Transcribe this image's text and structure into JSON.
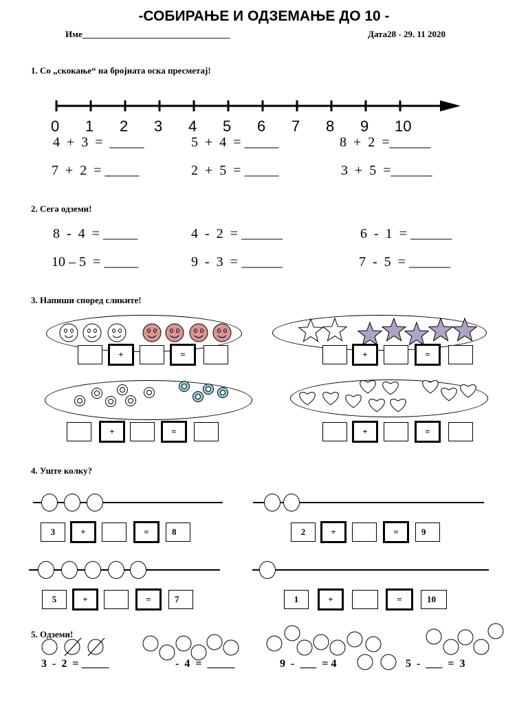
{
  "title": "-СОБИРАЊЕ И ОДЗЕМАЊЕ ДО 10 -",
  "name_label": "Име_________________________________",
  "date_label": "Дата28 - 29. 11 2020",
  "task1": {
    "heading": "1.   Со „скокање“ на бројната оска пресметај!",
    "numberline": [
      "0",
      "1",
      "2",
      "3",
      "4",
      "5",
      "6",
      "7",
      "8",
      "9",
      "10"
    ],
    "equations": [
      "4  +  3  =  _____",
      "5  +  4  = _____",
      "8  +  2  =______",
      "7  +  2  = _____",
      "2  +  5  = _____",
      "3  +  5  =______"
    ]
  },
  "task2": {
    "heading": "2.   Сега одземи!",
    "equations": [
      "8  -  4  = _____",
      "4  -  2  = ______",
      "6  -  1  = ______",
      "10 – 5  = _____",
      "9  -  3  = ______",
      "7  -  5  = ______"
    ]
  },
  "task3": {
    "heading": "3.   Напиши  според сликите!",
    "plus": "+",
    "equals": "="
  },
  "task4": {
    "heading": "4.   Уште колку?",
    "plus": "+",
    "equals": "=",
    "rows": [
      {
        "a": "3",
        "result": "8"
      },
      {
        "a": "2",
        "result": "9"
      },
      {
        "a": "5",
        "result": "7"
      },
      {
        "a": "1",
        "result": "10"
      }
    ]
  },
  "task5": {
    "heading": "5.   Одземи!",
    "equations": [
      "3  -  2  = _____",
      "-  4  =  _____",
      "9  -  ___  = 4",
      "5  -  ___  =  3"
    ]
  }
}
